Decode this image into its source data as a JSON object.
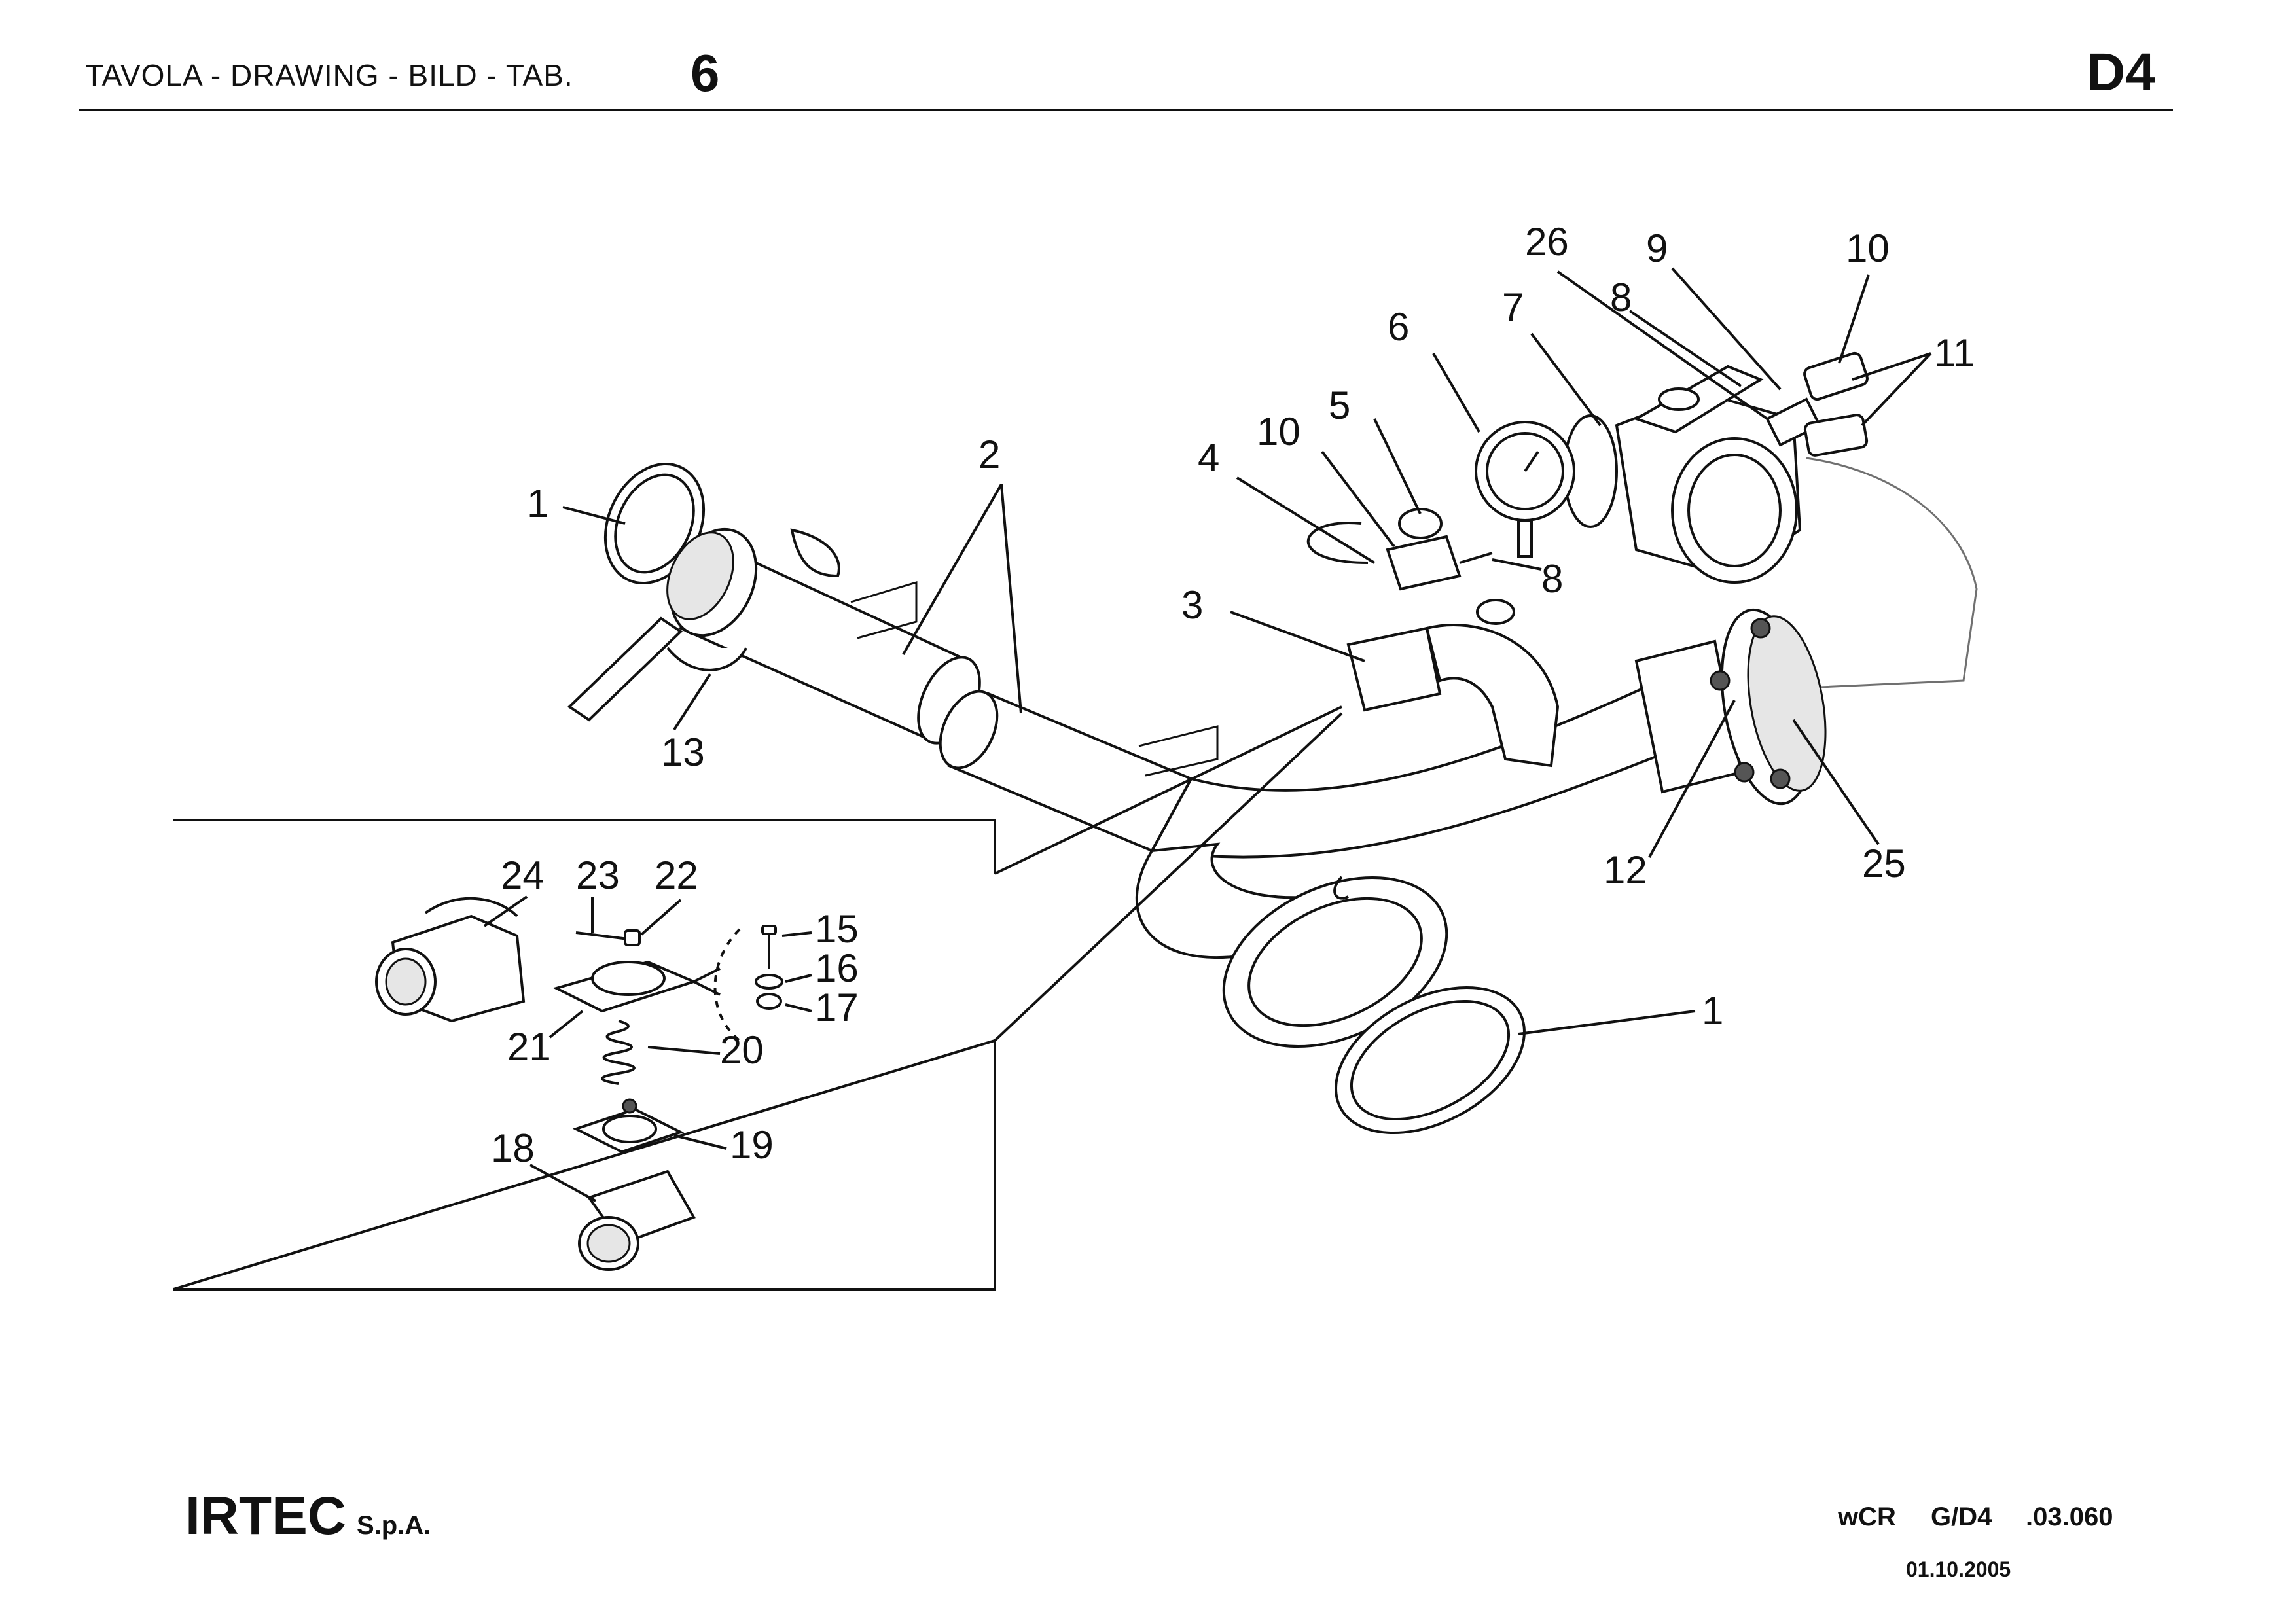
{
  "header": {
    "left_label": "TAVOLA - DRAWING - BILD - TAB.",
    "table_number": "6",
    "group_code": "D4"
  },
  "callouts": {
    "c1_top": "1",
    "c2": "2",
    "c3": "3",
    "c4": "4",
    "c5": "5",
    "c6": "6",
    "c7": "7",
    "c8_top": "8",
    "c8_bottom": "8",
    "c9": "9",
    "c10_top": "10",
    "c10_left": "10",
    "c11": "11",
    "c12": "12",
    "c13": "13",
    "c25": "25",
    "c26": "26",
    "c1_bottom": "1"
  },
  "inset_callouts": {
    "c15": "15",
    "c16": "16",
    "c17": "17",
    "c18": "18",
    "c19": "19",
    "c20": "20",
    "c21": "21",
    "c22": "22",
    "c23": "23",
    "c24": "24"
  },
  "footer": {
    "company": "IRTEC",
    "company_suffix": "S.p.A.",
    "ref_wcr": "wCR",
    "ref_group": "G/D4",
    "ref_number": ".03.060",
    "date": "01.10.2005"
  }
}
